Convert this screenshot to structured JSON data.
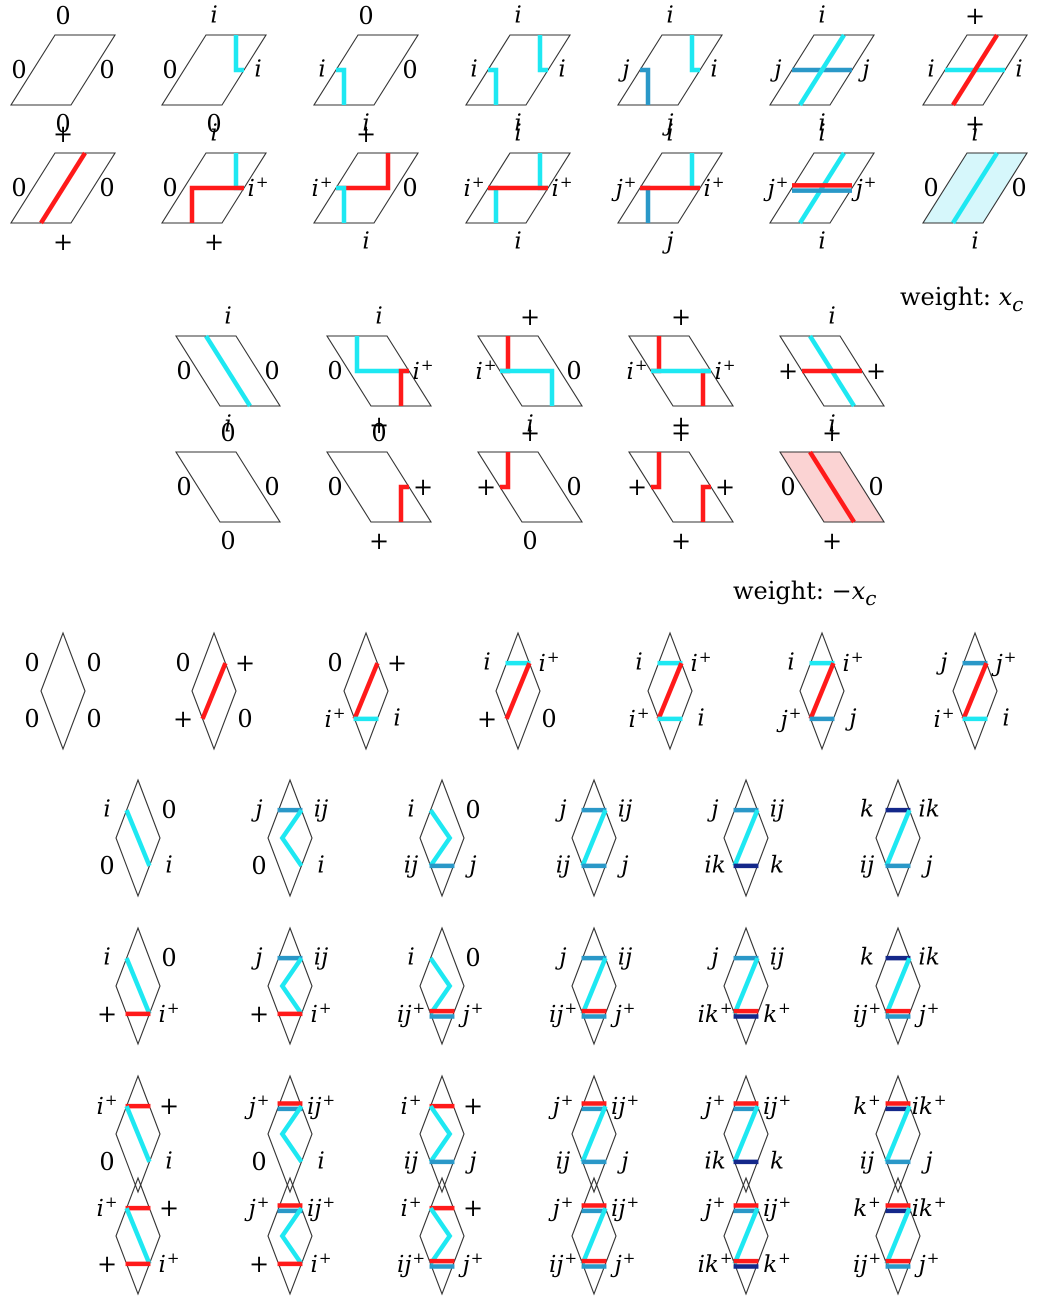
{
  "colors": {
    "outline": "#333333",
    "red": "#ff1a1a",
    "cyan": "#1ee8f2",
    "blue": "#2a98c8",
    "navy": "#14288a",
    "fill_cyan": "#d6f7fb",
    "fill_pink": "#fbd3d3"
  },
  "weights": {
    "first": {
      "prefix": "weight: ",
      "value": "x_c"
    },
    "second": {
      "prefix": "weight: ",
      "value": "−x_c"
    }
  },
  "group_a": [
    {
      "labels": [
        "0",
        "0",
        "0",
        "0"
      ],
      "paths": []
    },
    {
      "labels": [
        "i",
        "i",
        "0",
        "0"
      ],
      "paths": [
        {
          "c": "cyan",
          "p": "T-R"
        }
      ]
    },
    {
      "labels": [
        "0",
        "0",
        "i",
        "i"
      ],
      "paths": [
        {
          "c": "cyan",
          "p": "L-B"
        }
      ]
    },
    {
      "labels": [
        "i",
        "i",
        "i",
        "i"
      ],
      "paths": [
        {
          "c": "cyan",
          "p": "T-R"
        },
        {
          "c": "cyan",
          "p": "L-B"
        }
      ]
    },
    {
      "labels": [
        "i",
        "i",
        "j",
        "j"
      ],
      "paths": [
        {
          "c": "cyan",
          "p": "T-R"
        },
        {
          "c": "blue",
          "p": "L-B"
        }
      ]
    },
    {
      "labels": [
        "i",
        "j",
        "i",
        "j"
      ],
      "paths": [
        {
          "c": "blue",
          "p": "L-R"
        },
        {
          "c": "cyan",
          "p": "T-B"
        }
      ]
    },
    {
      "labels": [
        "+",
        "i",
        "+",
        "i"
      ],
      "paths": [
        {
          "c": "cyan",
          "p": "L-R"
        },
        {
          "c": "red",
          "p": "T-B"
        }
      ]
    },
    {
      "labels": [
        "+",
        "0",
        "+",
        "0"
      ],
      "paths": [
        {
          "c": "red",
          "p": "T-B"
        }
      ]
    },
    {
      "labels": [
        "i",
        "i⁺",
        "+",
        "0"
      ],
      "paths": [
        {
          "c": "cyan",
          "p": "T-R"
        },
        {
          "c": "red",
          "p": "B-R"
        }
      ]
    },
    {
      "labels": [
        "+",
        "0",
        "i",
        "i⁺"
      ],
      "paths": [
        {
          "c": "red",
          "p": "L-T"
        },
        {
          "c": "cyan",
          "p": "L-B"
        }
      ]
    },
    {
      "labels": [
        "i",
        "i⁺",
        "i",
        "i⁺"
      ],
      "paths": [
        {
          "c": "cyan",
          "p": "T-R"
        },
        {
          "c": "cyan",
          "p": "L-B"
        },
        {
          "c": "red",
          "p": "L-R"
        }
      ]
    },
    {
      "labels": [
        "i",
        "i⁺",
        "j",
        "j⁺"
      ],
      "paths": [
        {
          "c": "cyan",
          "p": "T-R"
        },
        {
          "c": "blue",
          "p": "L-B"
        },
        {
          "c": "red",
          "p": "L-R"
        }
      ]
    },
    {
      "labels": [
        "i",
        "j⁺",
        "i",
        "j⁺"
      ],
      "paths": [
        {
          "c": "cyan",
          "p": "T-B"
        },
        {
          "c": "red",
          "p": "L-R+"
        },
        {
          "c": "blue",
          "p": "L-R-"
        }
      ]
    },
    {
      "labels": [
        "i",
        "0",
        "i",
        "0"
      ],
      "paths": [
        {
          "c": "cyan",
          "p": "T-B"
        }
      ],
      "fill": "fill_cyan"
    }
  ],
  "group_b": [
    {
      "labels": [
        "i",
        "0",
        "i",
        "0"
      ],
      "paths": [
        {
          "c": "cyan",
          "p": "T-B"
        }
      ]
    },
    {
      "labels": [
        "i",
        "i⁺",
        "+",
        "0"
      ],
      "paths": [
        {
          "c": "cyan",
          "p": "T-R"
        },
        {
          "c": "red",
          "p": "B-R"
        }
      ]
    },
    {
      "labels": [
        "+",
        "0",
        "i",
        "i⁺"
      ],
      "paths": [
        {
          "c": "red",
          "p": "L-T"
        },
        {
          "c": "cyan",
          "p": "L-B"
        }
      ]
    },
    {
      "labels": [
        "+",
        "i⁺",
        "+",
        "i⁺"
      ],
      "paths": [
        {
          "c": "red",
          "p": "L-T"
        },
        {
          "c": "red",
          "p": "B-R"
        },
        {
          "c": "cyan",
          "p": "L-R"
        }
      ]
    },
    {
      "labels": [
        "i",
        "+",
        "i",
        "+"
      ],
      "paths": [
        {
          "c": "cyan",
          "p": "T-B"
        },
        {
          "c": "red",
          "p": "L-R"
        }
      ]
    },
    {
      "labels": [
        "0",
        "0",
        "0",
        "0"
      ],
      "paths": []
    },
    {
      "labels": [
        "0",
        "+",
        "+",
        "0"
      ],
      "paths": [
        {
          "c": "red",
          "p": "B-R"
        }
      ]
    },
    {
      "labels": [
        "+",
        "0",
        "0",
        "+"
      ],
      "paths": [
        {
          "c": "red",
          "p": "L-T"
        }
      ]
    },
    {
      "labels": [
        "+",
        "+",
        "+",
        "+"
      ],
      "paths": [
        {
          "c": "red",
          "p": "L-T"
        },
        {
          "c": "red",
          "p": "B-R"
        }
      ]
    },
    {
      "labels": [
        "+",
        "0",
        "+",
        "0"
      ],
      "paths": [
        {
          "c": "red",
          "p": "T-B"
        }
      ],
      "fill": "fill_pink"
    }
  ],
  "group_c": [
    {
      "labels": [
        "0",
        "0",
        "0",
        "0"
      ],
      "paths": []
    },
    {
      "labels": [
        "0",
        "+",
        "+",
        "0"
      ],
      "paths": [
        {
          "c": "red",
          "p": "TR-BL"
        }
      ]
    },
    {
      "labels": [
        "0",
        "+",
        "i⁺",
        "i"
      ],
      "paths": [
        {
          "c": "red",
          "p": "TR-BL"
        },
        {
          "c": "cyan",
          "p": "BL-BR"
        }
      ]
    },
    {
      "labels": [
        "i",
        "i⁺",
        "+",
        "0"
      ],
      "paths": [
        {
          "c": "cyan",
          "p": "TL-TR"
        },
        {
          "c": "red",
          "p": "TR-BL"
        }
      ]
    },
    {
      "labels": [
        "i",
        "i⁺",
        "i⁺",
        "i"
      ],
      "paths": [
        {
          "c": "cyan",
          "p": "TL-TR"
        },
        {
          "c": "red",
          "p": "TR-BL"
        },
        {
          "c": "cyan",
          "p": "BL-BR"
        }
      ]
    },
    {
      "labels": [
        "i",
        "i⁺",
        "j⁺",
        "j"
      ],
      "paths": [
        {
          "c": "cyan",
          "p": "TL-TR"
        },
        {
          "c": "red",
          "p": "TR-BL"
        },
        {
          "c": "blue",
          "p": "BL-BR"
        }
      ]
    },
    {
      "labels": [
        "j",
        "j⁺",
        "i⁺",
        "i"
      ],
      "paths": [
        {
          "c": "blue",
          "p": "TL-TR"
        },
        {
          "c": "red",
          "p": "TR-BL"
        },
        {
          "c": "cyan",
          "p": "BL-BR"
        }
      ]
    }
  ],
  "rows_d": [
    [
      {
        "labels": [
          "i",
          "0",
          "0",
          "i"
        ],
        "paths": [
          {
            "c": "cyan",
            "p": "TL-BR"
          }
        ]
      },
      {
        "labels": [
          "j",
          "ij",
          "0",
          "i"
        ],
        "paths": [
          {
            "c": "blue",
            "p": "TL-TR"
          },
          {
            "c": "cyan",
            "p": "TR-V-BR"
          }
        ]
      },
      {
        "labels": [
          "i",
          "0",
          "ij",
          "j"
        ],
        "paths": [
          {
            "c": "cyan",
            "p": "TL-V-BL"
          },
          {
            "c": "blue",
            "p": "BL-BR"
          }
        ]
      },
      {
        "labels": [
          "j",
          "ij",
          "ij",
          "j"
        ],
        "paths": [
          {
            "c": "blue",
            "p": "TL-TR"
          },
          {
            "c": "cyan",
            "p": "TR-BL"
          },
          {
            "c": "blue",
            "p": "BL-BR"
          }
        ]
      },
      {
        "labels": [
          "j",
          "ij",
          "ik",
          "k"
        ],
        "paths": [
          {
            "c": "blue",
            "p": "TL-TR"
          },
          {
            "c": "cyan",
            "p": "TR-BL"
          },
          {
            "c": "navy",
            "p": "BL-BR"
          }
        ]
      },
      {
        "labels": [
          "k",
          "ik",
          "ij",
          "j"
        ],
        "paths": [
          {
            "c": "navy",
            "p": "TL-TR"
          },
          {
            "c": "cyan",
            "p": "TR-BL"
          },
          {
            "c": "blue",
            "p": "BL-BR"
          }
        ]
      }
    ],
    [
      {
        "labels": [
          "i",
          "0",
          "+",
          "i⁺"
        ],
        "paths": [
          {
            "c": "cyan",
            "p": "TL-BR"
          },
          {
            "c": "red",
            "p": "BL-BR"
          }
        ]
      },
      {
        "labels": [
          "j",
          "ij",
          "+",
          "i⁺"
        ],
        "paths": [
          {
            "c": "blue",
            "p": "TL-TR"
          },
          {
            "c": "cyan",
            "p": "TR-V-BR"
          },
          {
            "c": "red",
            "p": "BL-BR"
          }
        ]
      },
      {
        "labels": [
          "i",
          "0",
          "ij⁺",
          "j⁺"
        ],
        "paths": [
          {
            "c": "cyan",
            "p": "TL-V-BL"
          },
          {
            "c": "red",
            "p": "BL-BR+"
          },
          {
            "c": "blue",
            "p": "BL-BR-"
          }
        ]
      },
      {
        "labels": [
          "j",
          "ij",
          "ij⁺",
          "j⁺"
        ],
        "paths": [
          {
            "c": "blue",
            "p": "TL-TR"
          },
          {
            "c": "cyan",
            "p": "TR-BL"
          },
          {
            "c": "red",
            "p": "BL-BR+"
          },
          {
            "c": "blue",
            "p": "BL-BR-"
          }
        ]
      },
      {
        "labels": [
          "j",
          "ij",
          "ik⁺",
          "k⁺"
        ],
        "paths": [
          {
            "c": "blue",
            "p": "TL-TR"
          },
          {
            "c": "cyan",
            "p": "TR-BL"
          },
          {
            "c": "red",
            "p": "BL-BR+"
          },
          {
            "c": "navy",
            "p": "BL-BR-"
          }
        ]
      },
      {
        "labels": [
          "k",
          "ik",
          "ij⁺",
          "j⁺"
        ],
        "paths": [
          {
            "c": "navy",
            "p": "TL-TR"
          },
          {
            "c": "cyan",
            "p": "TR-BL"
          },
          {
            "c": "red",
            "p": "BL-BR+"
          },
          {
            "c": "blue",
            "p": "BL-BR-"
          }
        ]
      }
    ],
    [
      {
        "labels": [
          "i⁺",
          "+",
          "0",
          "i"
        ],
        "paths": [
          {
            "c": "red",
            "p": "TL-TR"
          },
          {
            "c": "cyan",
            "p": "TL-BR"
          }
        ]
      },
      {
        "labels": [
          "j⁺",
          "ij⁺",
          "0",
          "i"
        ],
        "paths": [
          {
            "c": "red",
            "p": "TL-TR+"
          },
          {
            "c": "blue",
            "p": "TL-TR-"
          },
          {
            "c": "cyan",
            "p": "TR-V-BR"
          }
        ]
      },
      {
        "labels": [
          "i⁺",
          "+",
          "ij",
          "j"
        ],
        "paths": [
          {
            "c": "red",
            "p": "TL-TR"
          },
          {
            "c": "cyan",
            "p": "TL-V-BL"
          },
          {
            "c": "blue",
            "p": "BL-BR"
          }
        ]
      },
      {
        "labels": [
          "j⁺",
          "ij⁺",
          "ij",
          "j"
        ],
        "paths": [
          {
            "c": "red",
            "p": "TL-TR+"
          },
          {
            "c": "blue",
            "p": "TL-TR-"
          },
          {
            "c": "cyan",
            "p": "TR-BL"
          },
          {
            "c": "blue",
            "p": "BL-BR"
          }
        ]
      },
      {
        "labels": [
          "j⁺",
          "ij⁺",
          "ik",
          "k"
        ],
        "paths": [
          {
            "c": "red",
            "p": "TL-TR+"
          },
          {
            "c": "blue",
            "p": "TL-TR-"
          },
          {
            "c": "cyan",
            "p": "TR-BL"
          },
          {
            "c": "navy",
            "p": "BL-BR"
          }
        ]
      },
      {
        "labels": [
          "k⁺",
          "ik⁺",
          "ij",
          "j"
        ],
        "paths": [
          {
            "c": "red",
            "p": "TL-TR+"
          },
          {
            "c": "navy",
            "p": "TL-TR-"
          },
          {
            "c": "cyan",
            "p": "TR-BL"
          },
          {
            "c": "blue",
            "p": "BL-BR"
          }
        ]
      }
    ],
    [
      {
        "labels": [
          "i⁺",
          "+",
          "+",
          "i⁺"
        ],
        "paths": [
          {
            "c": "red",
            "p": "TL-TR"
          },
          {
            "c": "cyan",
            "p": "TL-BR"
          },
          {
            "c": "red",
            "p": "BL-BR"
          }
        ]
      },
      {
        "labels": [
          "j⁺",
          "ij⁺",
          "+",
          "i⁺"
        ],
        "paths": [
          {
            "c": "red",
            "p": "TL-TR+"
          },
          {
            "c": "blue",
            "p": "TL-TR-"
          },
          {
            "c": "cyan",
            "p": "TR-V-BR"
          },
          {
            "c": "red",
            "p": "BL-BR"
          }
        ]
      },
      {
        "labels": [
          "i⁺",
          "+",
          "ij⁺",
          "j⁺"
        ],
        "paths": [
          {
            "c": "red",
            "p": "TL-TR"
          },
          {
            "c": "cyan",
            "p": "TL-V-BL"
          },
          {
            "c": "red",
            "p": "BL-BR+"
          },
          {
            "c": "blue",
            "p": "BL-BR-"
          }
        ]
      },
      {
        "labels": [
          "j⁺",
          "ij⁺",
          "ij⁺",
          "j⁺"
        ],
        "paths": [
          {
            "c": "red",
            "p": "TL-TR+"
          },
          {
            "c": "blue",
            "p": "TL-TR-"
          },
          {
            "c": "cyan",
            "p": "TR-BL"
          },
          {
            "c": "red",
            "p": "BL-BR+"
          },
          {
            "c": "blue",
            "p": "BL-BR-"
          }
        ]
      },
      {
        "labels": [
          "j⁺",
          "ij⁺",
          "ik⁺",
          "k⁺"
        ],
        "paths": [
          {
            "c": "red",
            "p": "TL-TR+"
          },
          {
            "c": "blue",
            "p": "TL-TR-"
          },
          {
            "c": "cyan",
            "p": "TR-BL"
          },
          {
            "c": "red",
            "p": "BL-BR+"
          },
          {
            "c": "navy",
            "p": "BL-BR-"
          }
        ]
      },
      {
        "labels": [
          "k⁺",
          "ik⁺",
          "ij⁺",
          "j⁺"
        ],
        "paths": [
          {
            "c": "red",
            "p": "TL-TR+"
          },
          {
            "c": "navy",
            "p": "TL-TR-"
          },
          {
            "c": "cyan",
            "p": "TR-BL"
          },
          {
            "c": "red",
            "p": "BL-BR+"
          },
          {
            "c": "blue",
            "p": "BL-BR-"
          }
        ]
      }
    ]
  ]
}
